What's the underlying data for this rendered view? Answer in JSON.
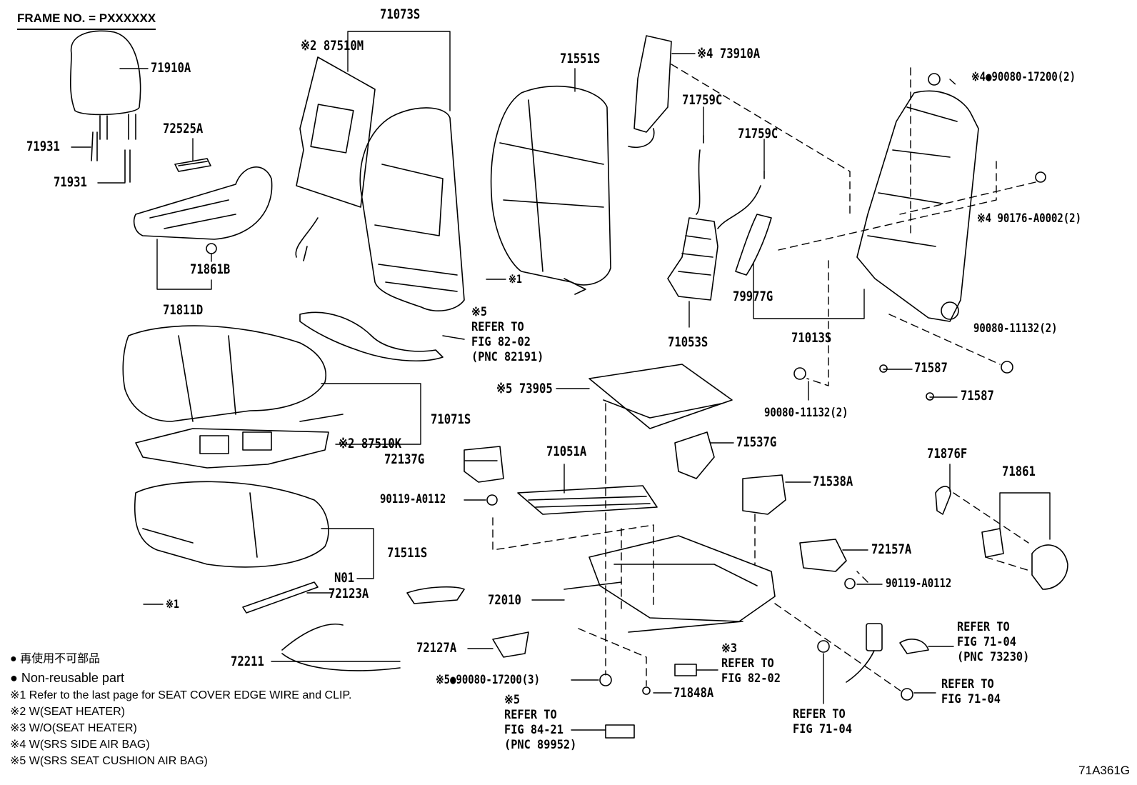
{
  "frame_label": "FRAME NO. = PXXXXXX",
  "figure_id": "71A361G",
  "parts": {
    "p71910A": "71910A",
    "p71931a": "71931",
    "p71931b": "71931",
    "p72525A": "72525A",
    "p71861B": "71861B",
    "p71811D": "71811D",
    "p71073S": "71073S",
    "p87510M": "※2 87510M",
    "p71551S": "71551S",
    "p73910A": "※4 73910A",
    "p71759Ca": "71759C",
    "p71759Cb": "71759C",
    "p90080_17200_2": "※4●90080-17200(2)",
    "p90176": "※4 90176-A0002(2)",
    "p79977G": "79977G",
    "p71053S": "71053S",
    "p71013S": "71013S",
    "p90080_11132a": "90080-11132(2)",
    "p90080_11132b": "90080-11132(2)",
    "p71587a": "71587",
    "p71587b": "71587",
    "p71071S": "71071S",
    "p87510K": "※2 87510K",
    "p72137G": "72137G",
    "p73905": "※5 73905",
    "p71537G": "71537G",
    "p71051A": "71051A",
    "p90119a": "90119-A0112",
    "p71538A": "71538A",
    "p71876F": "71876F",
    "p71861": "71861",
    "p71511S": "71511S",
    "pN01": "N01",
    "p72123A": "72123A",
    "p72157A": "72157A",
    "p90119b": "90119-A0112",
    "p72010": "72010",
    "p72211": "72211",
    "p72127A": "72127A",
    "p90080_17200_3": "※5●90080-17200(3)",
    "p71848A": "71848A",
    "note1a": "※1",
    "note1b": "※1"
  },
  "refs": {
    "r82191": [
      "※5",
      "REFER TO",
      "FIG 82-02",
      "(PNC 82191)"
    ],
    "r8202": [
      "※3",
      "REFER TO",
      "FIG 82-02"
    ],
    "r89952": [
      "※5",
      "REFER TO",
      "FIG 84-21",
      "(PNC 89952)"
    ],
    "r7104a": [
      "REFER TO",
      "FIG 71-04"
    ],
    "r73230": [
      "REFER TO",
      "FIG 71-04",
      "(PNC 73230)"
    ],
    "r7104b": [
      "REFER TO",
      "FIG 71-04"
    ]
  },
  "legend": {
    "reuse_jp": "● 再使用不可部品",
    "reuse_en": "● Non-reusable part",
    "n1": "※1 Refer to the last page for SEAT COVER EDGE WIRE and CLIP.",
    "n2": "※2 W(SEAT HEATER)",
    "n3": "※3 W/O(SEAT HEATER)",
    "n4": "※4 W(SRS SIDE AIR BAG)",
    "n5": "※5 W(SRS SEAT CUSHION AIR BAG)"
  }
}
